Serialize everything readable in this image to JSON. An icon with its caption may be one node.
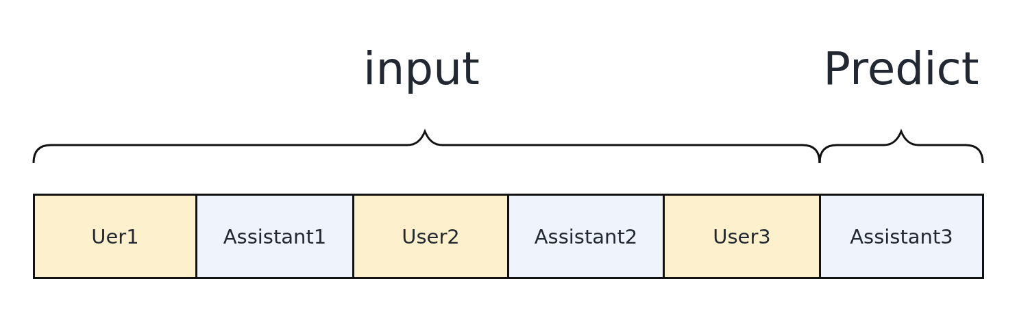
{
  "diagram": {
    "nodes": [
      {
        "text": [
          "Uer1"
        ]
      },
      {
        "text": [
          "Assistant1"
        ]
      },
      {
        "text": [
          "User2"
        ]
      },
      {
        "text": [
          "Assistant2"
        ]
      },
      {
        "text": [
          "User3"
        ]
      },
      {
        "text": [
          "Assistant3"
        ]
      }
    ],
    "labels": [
      "input",
      "Predict"
    ]
  }
}
